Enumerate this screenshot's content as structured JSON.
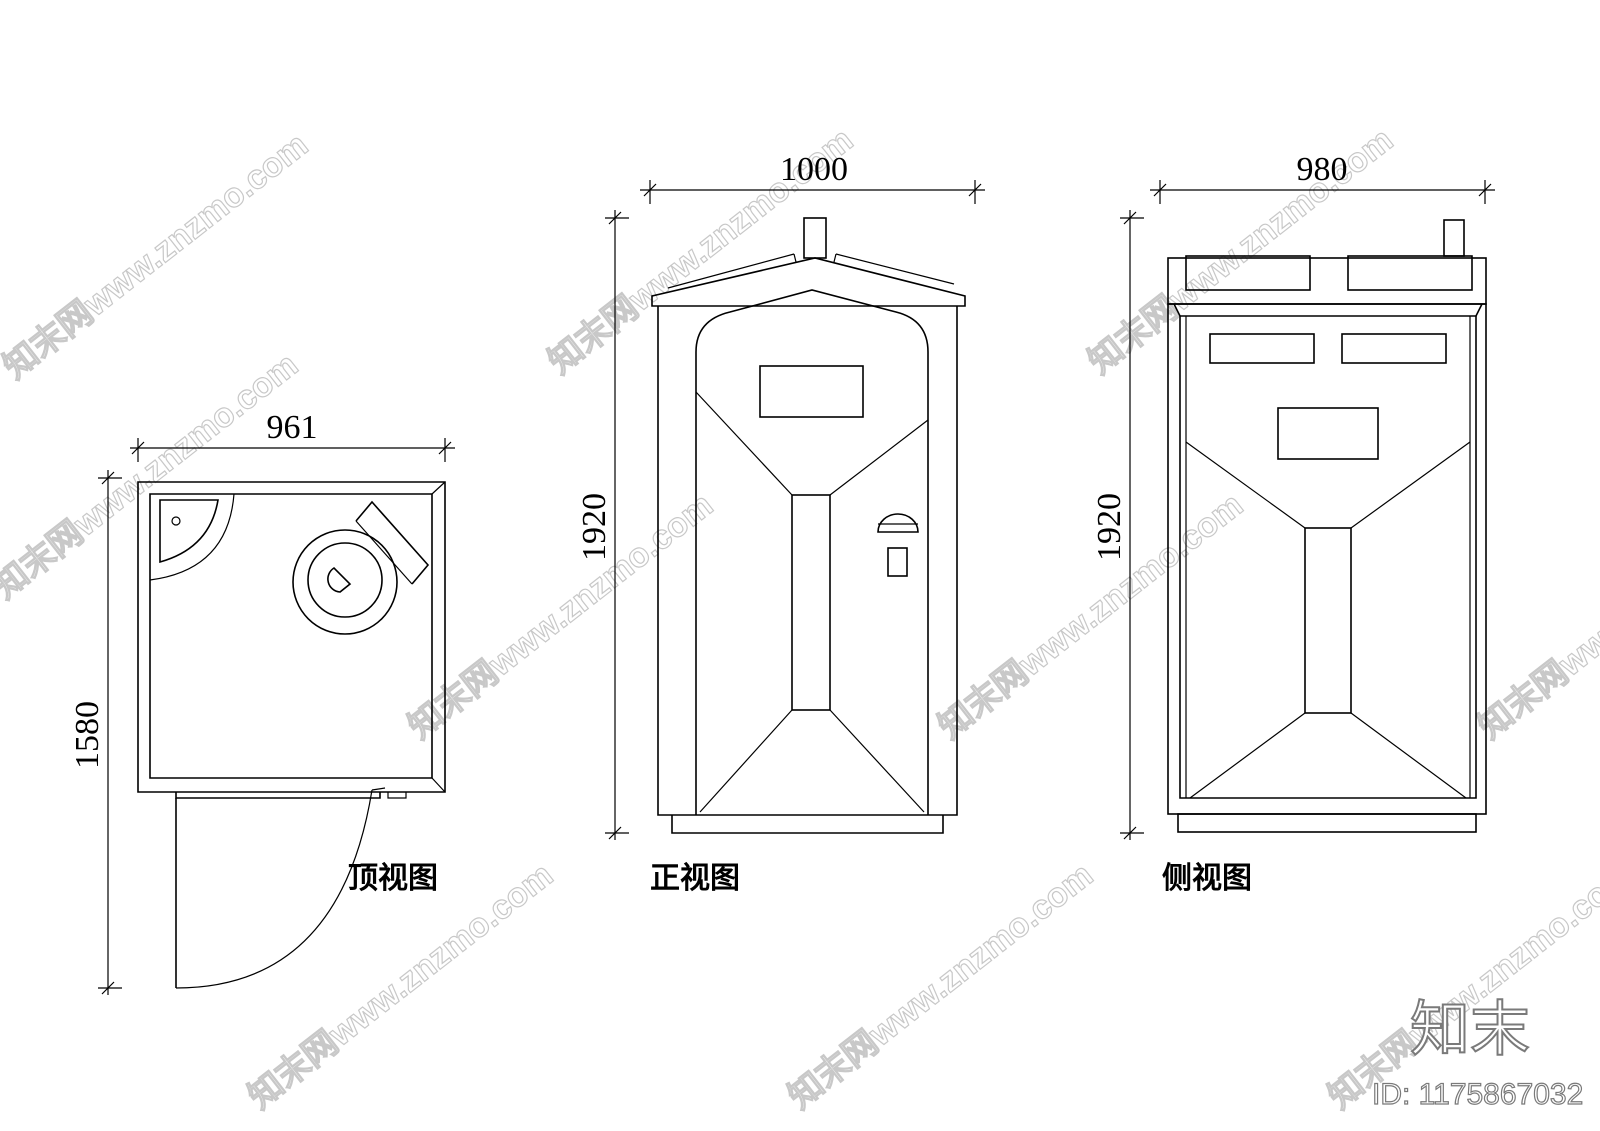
{
  "top_view": {
    "caption": "顶视图",
    "width_label": "961",
    "depth_label": "1580"
  },
  "front_view": {
    "caption": "正视图",
    "width_label": "1000",
    "height_label": "1920"
  },
  "side_view": {
    "caption": "侧视图",
    "width_label": "980",
    "height_label": "1920"
  },
  "watermark": {
    "text": "知末网www.znzmo.com",
    "logo": "知末",
    "id": "ID: 1175867032"
  },
  "colors": {
    "line": "#000000",
    "background": "#ffffff",
    "watermark": "#c8c8c8"
  }
}
